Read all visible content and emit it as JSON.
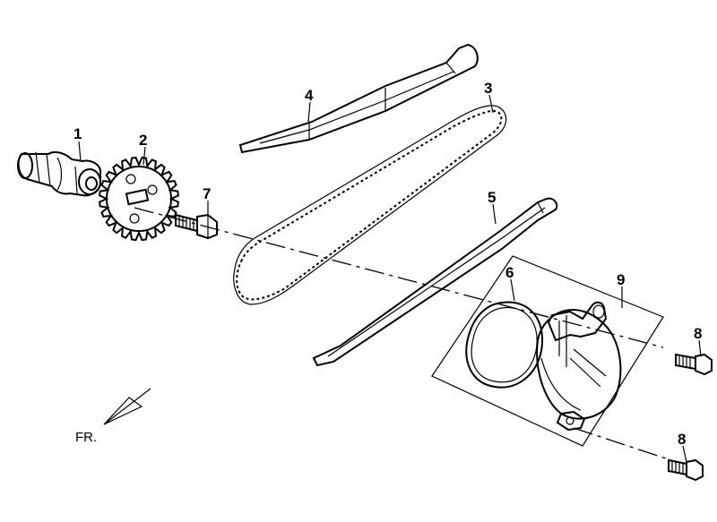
{
  "diagram": {
    "callouts": {
      "p1": "1",
      "p2": "2",
      "p3": "3",
      "p4": "4",
      "p5": "5",
      "p6": "6",
      "p7": "7",
      "p8a": "8",
      "p8b": "8",
      "p9": "9"
    },
    "direction_label": "FR.",
    "colors": {
      "ink": "#000000",
      "paper": "#ffffff"
    }
  }
}
